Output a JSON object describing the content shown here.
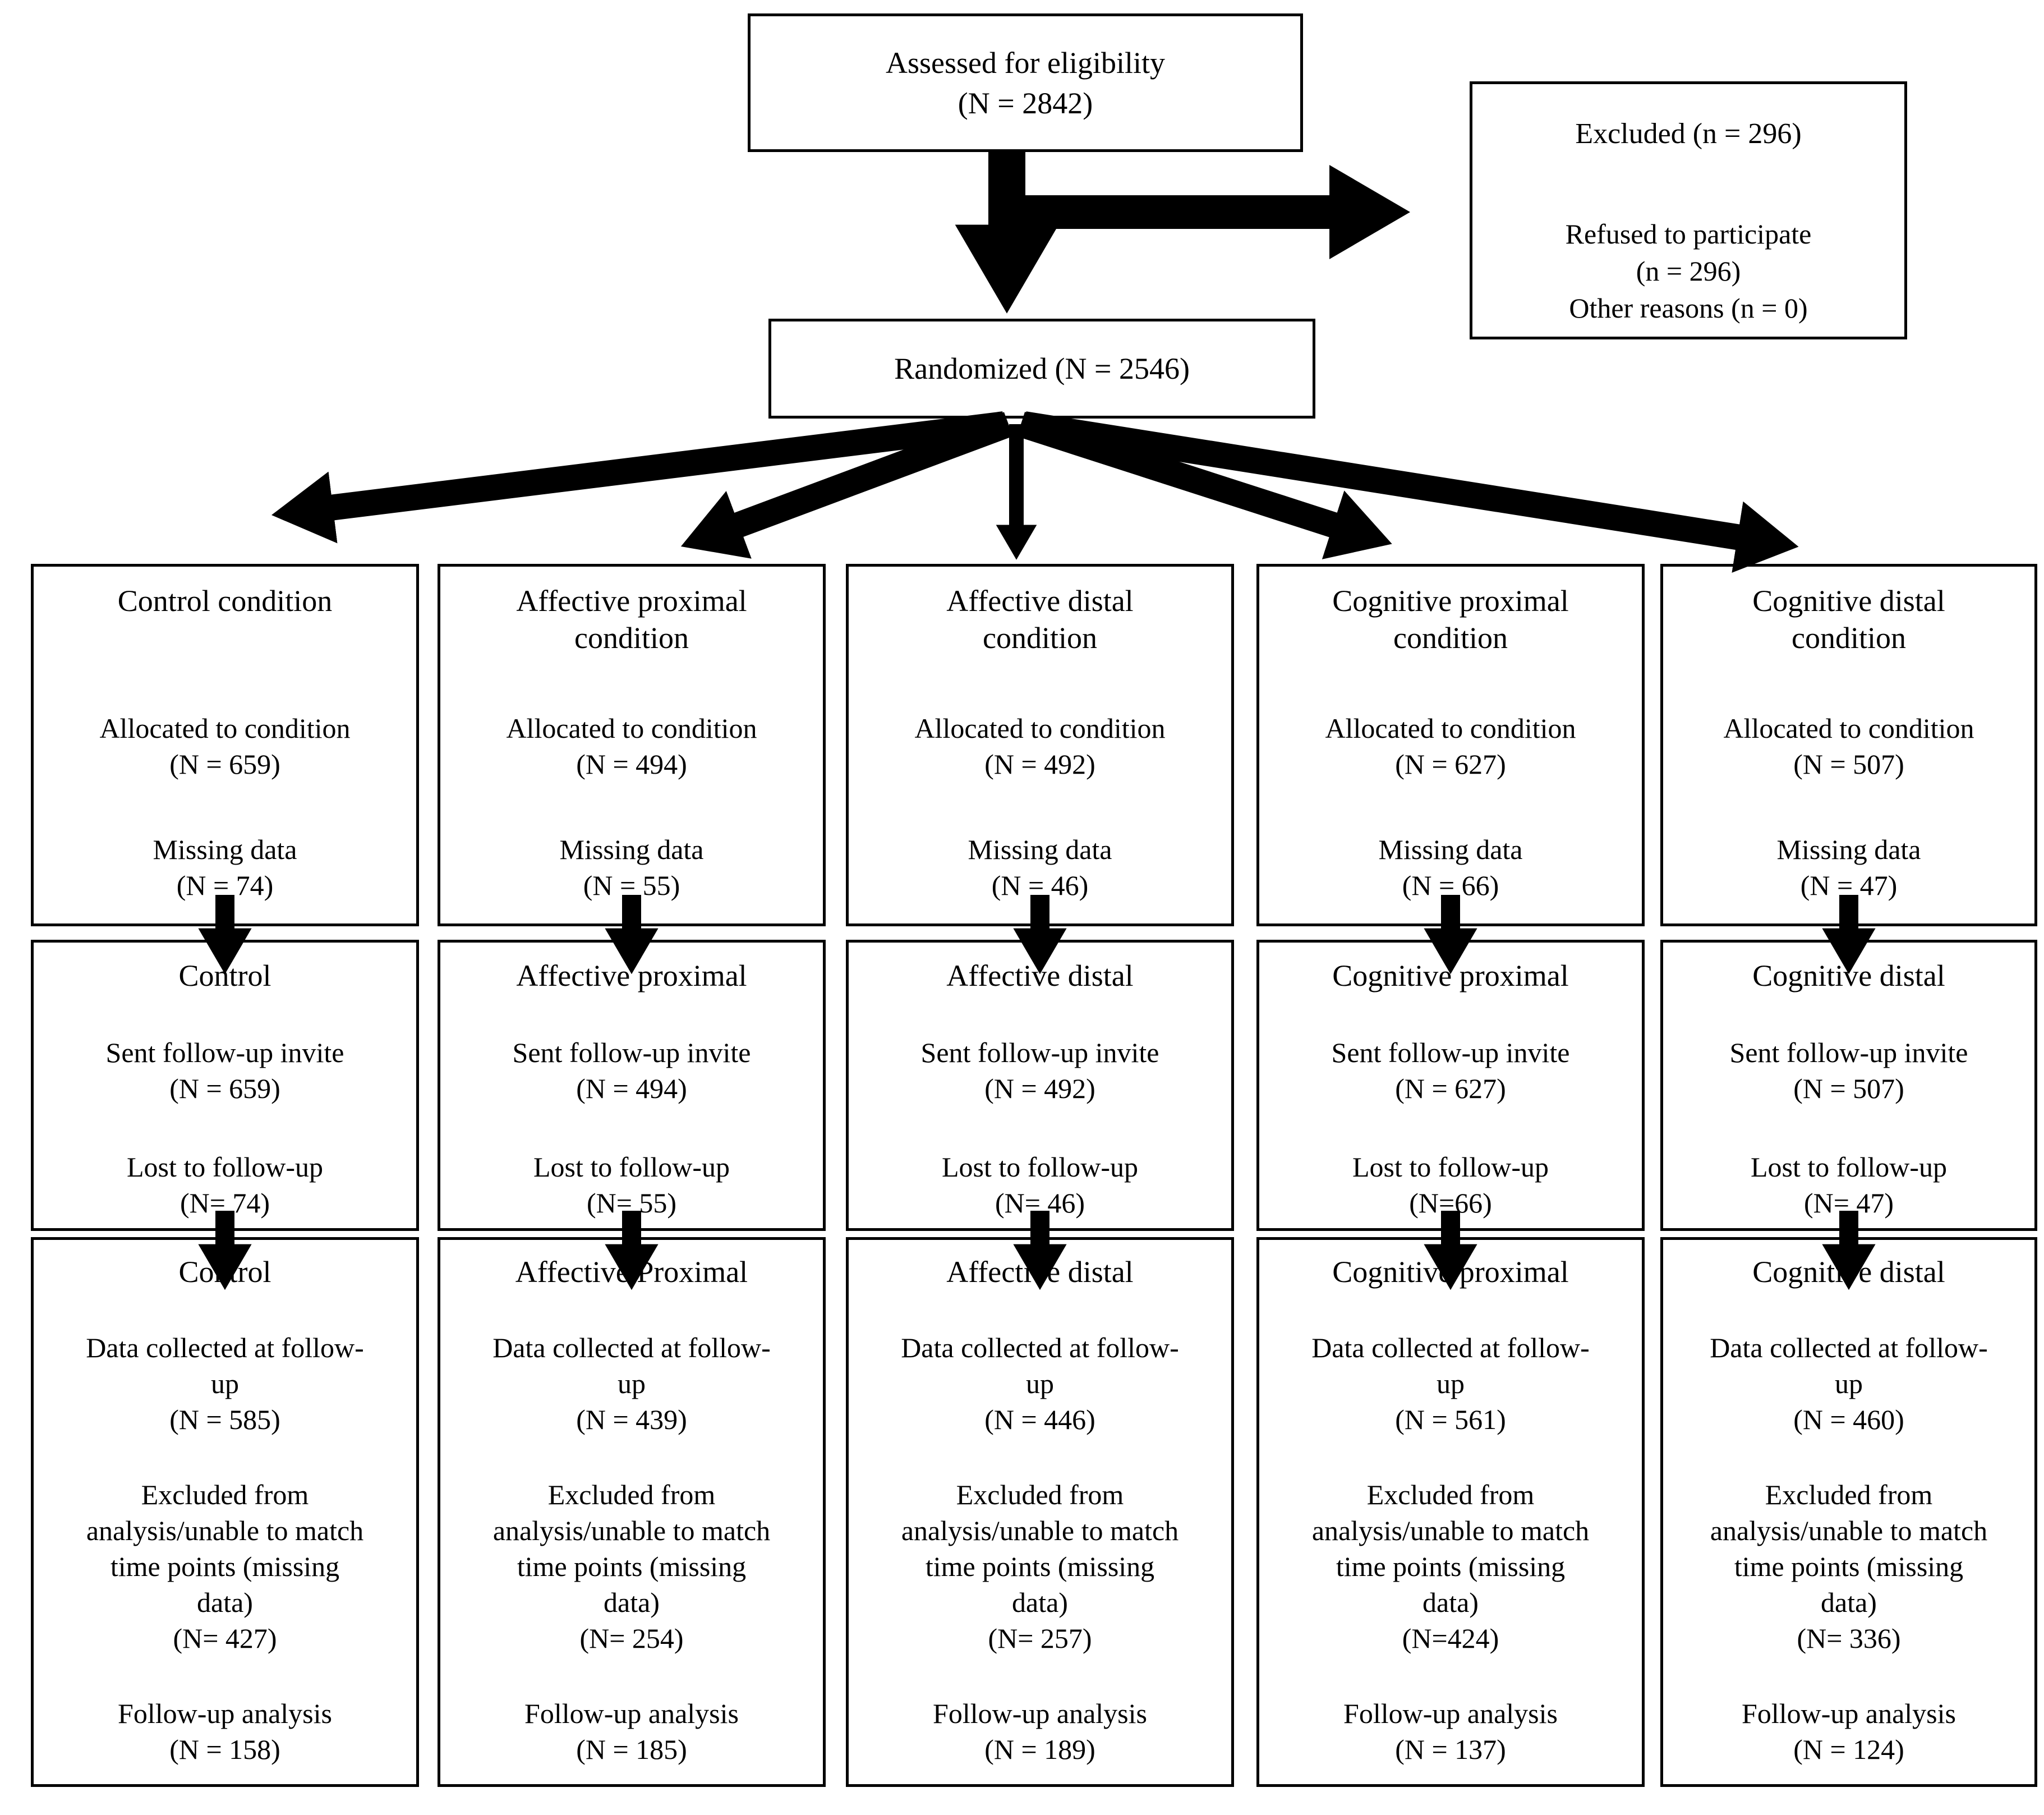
{
  "flow": {
    "assessed": "Assessed for eligibility\n(N = 2842)",
    "excluded_title": "Excluded (n = 296)",
    "excluded_body": "Refused to participate\n(n = 296)\nOther reasons (n = 0)",
    "randomized": "Randomized (N = 2546)"
  },
  "columns": [
    {
      "allocation": {
        "title": "Control condition",
        "allocated": "Allocated to condition\n(N = 659)",
        "missing": "Missing data\n(N = 74)"
      },
      "followup": {
        "title": "Control",
        "sent": "Sent follow-up invite\n(N = 659)",
        "lost": "Lost to follow-up\n(N= 74)"
      },
      "analysis": {
        "title": "Control",
        "collected": "Data collected at follow-\nup\n(N = 585)",
        "excluded": "Excluded from\nanalysis/unable to match\ntime points (missing\ndata)\n(N= 427)",
        "final": "Follow-up analysis\n(N = 158)"
      }
    },
    {
      "allocation": {
        "title": "Affective proximal\ncondition",
        "allocated": "Allocated to condition\n(N = 494)",
        "missing": "Missing data\n(N = 55)"
      },
      "followup": {
        "title": "Affective proximal",
        "sent": "Sent follow-up invite\n(N = 494)",
        "lost": "Lost to follow-up\n(N= 55)"
      },
      "analysis": {
        "title": "Affective Proximal",
        "collected": "Data collected at follow-\nup\n(N = 439)",
        "excluded": "Excluded from\nanalysis/unable to match\ntime points (missing\ndata)\n(N= 254)",
        "final": "Follow-up analysis\n(N = 185)"
      }
    },
    {
      "allocation": {
        "title": "Affective distal\ncondition",
        "allocated": "Allocated to condition\n(N = 492)",
        "missing": "Missing data\n(N = 46)"
      },
      "followup": {
        "title": "Affective distal",
        "sent": "Sent follow-up invite\n(N = 492)",
        "lost": "Lost to follow-up\n(N= 46)"
      },
      "analysis": {
        "title": "Affective distal",
        "collected": "Data collected at follow-\nup\n(N = 446)",
        "excluded": "Excluded from\nanalysis/unable to match\ntime points (missing\ndata)\n(N= 257)",
        "final": "Follow-up analysis\n(N = 189)"
      }
    },
    {
      "allocation": {
        "title": "Cognitive proximal\ncondition",
        "allocated": "Allocated to condition\n(N = 627)",
        "missing": "Missing data\n(N = 66)"
      },
      "followup": {
        "title": "Cognitive proximal",
        "sent": "Sent follow-up invite\n(N = 627)",
        "lost": "Lost to follow-up\n(N=66)"
      },
      "analysis": {
        "title": "Cognitive proximal",
        "collected": "Data collected at follow-\nup\n(N = 561)",
        "excluded": "Excluded from\nanalysis/unable to match\ntime points (missing\ndata)\n(N=424)",
        "final": "Follow-up analysis\n(N = 137)"
      }
    },
    {
      "allocation": {
        "title": "Cognitive distal\ncondition",
        "allocated": "Allocated to condition\n(N = 507)",
        "missing": "Missing data\n(N = 47)"
      },
      "followup": {
        "title": "Cognitive distal",
        "sent": "Sent follow-up invite\n(N = 507)",
        "lost": "Lost to follow-up\n(N= 47)"
      },
      "analysis": {
        "title": "Cognitive distal",
        "collected": "Data collected at follow-\nup\n(N = 460)",
        "excluded": "Excluded from\nanalysis/unable to match\ntime points (missing\ndata)\n(N= 336)",
        "final": "Follow-up analysis\n(N = 124)"
      }
    }
  ],
  "colors": {
    "ink": "#000000",
    "background": "#ffffff"
  }
}
